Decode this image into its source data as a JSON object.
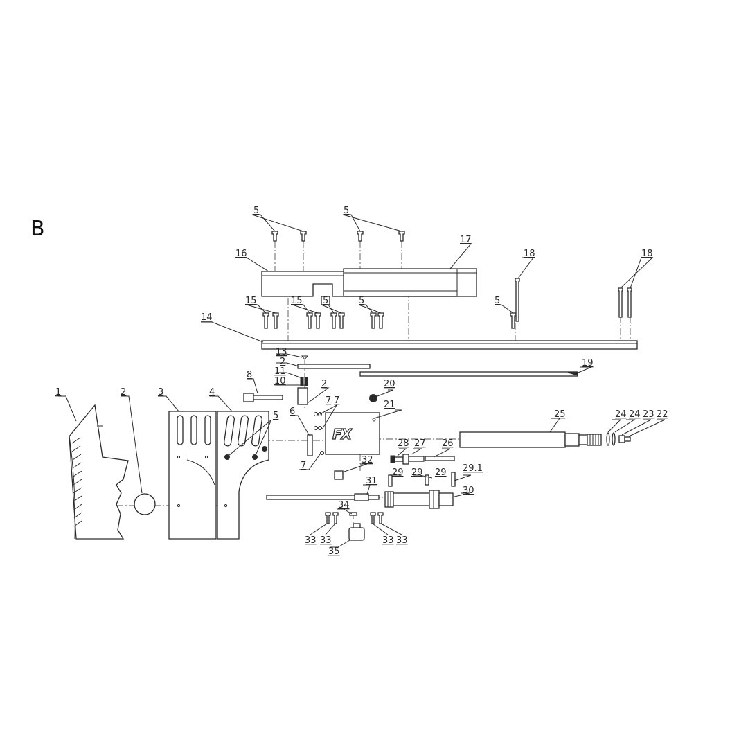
{
  "panel_letter": "B",
  "logo": "FX",
  "callouts": [
    {
      "id": "c1",
      "text": "1"
    },
    {
      "id": "c2a",
      "text": "2"
    },
    {
      "id": "c2b",
      "text": "2"
    },
    {
      "id": "c2c",
      "text": "2"
    },
    {
      "id": "c3",
      "text": "3"
    },
    {
      "id": "c4",
      "text": "4"
    },
    {
      "id": "c5a",
      "text": "5"
    },
    {
      "id": "c5b",
      "text": "5"
    },
    {
      "id": "c5c",
      "text": "5"
    },
    {
      "id": "c5d",
      "text": "5"
    },
    {
      "id": "c5e",
      "text": "5"
    },
    {
      "id": "c5f",
      "text": "5"
    },
    {
      "id": "c6",
      "text": "6"
    },
    {
      "id": "c7a",
      "text": "7"
    },
    {
      "id": "c7b",
      "text": "7"
    },
    {
      "id": "c7c",
      "text": "7"
    },
    {
      "id": "c8",
      "text": "8"
    },
    {
      "id": "c10",
      "text": "10"
    },
    {
      "id": "c11",
      "text": "11"
    },
    {
      "id": "c13",
      "text": "13"
    },
    {
      "id": "c14",
      "text": "14"
    },
    {
      "id": "c15a",
      "text": "15"
    },
    {
      "id": "c15b",
      "text": "15"
    },
    {
      "id": "c16",
      "text": "16"
    },
    {
      "id": "c17",
      "text": "17"
    },
    {
      "id": "c18a",
      "text": "18"
    },
    {
      "id": "c18b",
      "text": "18"
    },
    {
      "id": "c19",
      "text": "19"
    },
    {
      "id": "c20",
      "text": "20"
    },
    {
      "id": "c21",
      "text": "21"
    },
    {
      "id": "c22",
      "text": "22"
    },
    {
      "id": "c23",
      "text": "23"
    },
    {
      "id": "c24a",
      "text": "24"
    },
    {
      "id": "c24b",
      "text": "24"
    },
    {
      "id": "c25",
      "text": "25"
    },
    {
      "id": "c26",
      "text": "26"
    },
    {
      "id": "c27",
      "text": "27"
    },
    {
      "id": "c28",
      "text": "28"
    },
    {
      "id": "c29a",
      "text": "29"
    },
    {
      "id": "c29b",
      "text": "29"
    },
    {
      "id": "c29c",
      "text": "29"
    },
    {
      "id": "c291",
      "text": "29.1"
    },
    {
      "id": "c30",
      "text": "30"
    },
    {
      "id": "c31",
      "text": "31"
    },
    {
      "id": "c32",
      "text": "32"
    },
    {
      "id": "c33a",
      "text": "33"
    },
    {
      "id": "c33b",
      "text": "33"
    },
    {
      "id": "c33c",
      "text": "33"
    },
    {
      "id": "c33d",
      "text": "33"
    },
    {
      "id": "c34",
      "text": "34"
    },
    {
      "id": "c35",
      "text": "35"
    }
  ]
}
